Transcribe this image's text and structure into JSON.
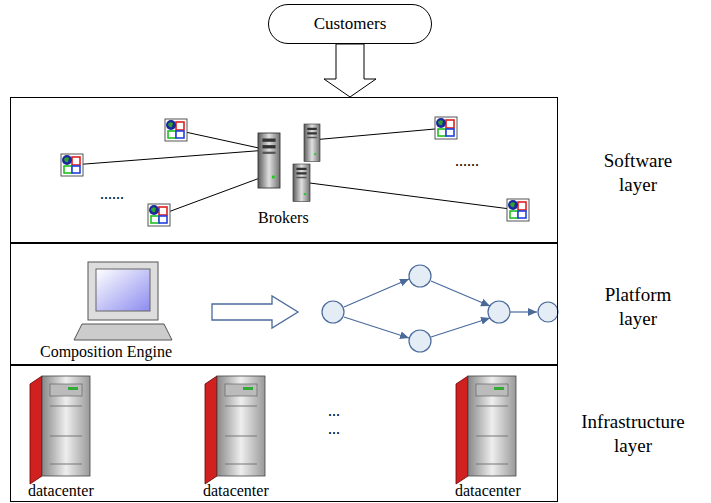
{
  "diagram": {
    "nodes": [
      {
        "text": [
          "Customers"
        ]
      },
      {
        "text": [
          "Software layer"
        ]
      },
      {
        "text": [
          "Platform layer"
        ]
      },
      {
        "text": [
          "Infrastructure layer"
        ]
      }
    ],
    "edges": [
      {
        "from": 0,
        "to": 1,
        "arrow": "to"
      }
    ],
    "labels": [
      "Brokers",
      "......",
      "......",
      "Composition Engine",
      "...",
      "...",
      "datacenter",
      "datacenter",
      "datacenter"
    ]
  }
}
